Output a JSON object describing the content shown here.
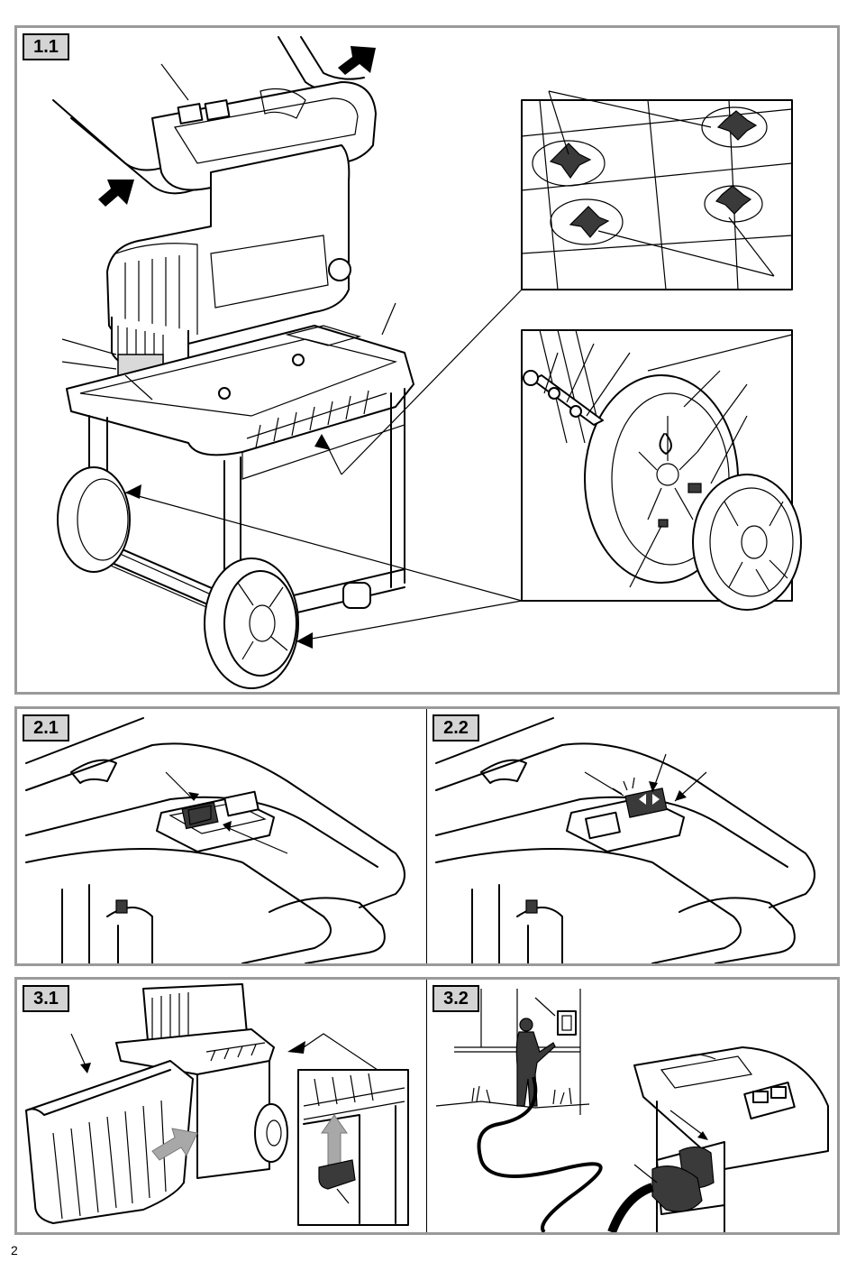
{
  "figures": {
    "fig_1_1": {
      "label": "1.1"
    },
    "fig_2_1": {
      "label": "2.1"
    },
    "fig_2_2": {
      "label": "2.2"
    },
    "fig_3_1": {
      "label": "3.1"
    },
    "fig_3_2": {
      "label": "3.2"
    }
  },
  "page_number": "2",
  "colors": {
    "frame": "#9a9a9a",
    "label_bg": "#d4d4d4",
    "ink": "#000000",
    "switch_green": "#3a3a3a",
    "grey_arrow": "#a8a8a8"
  }
}
